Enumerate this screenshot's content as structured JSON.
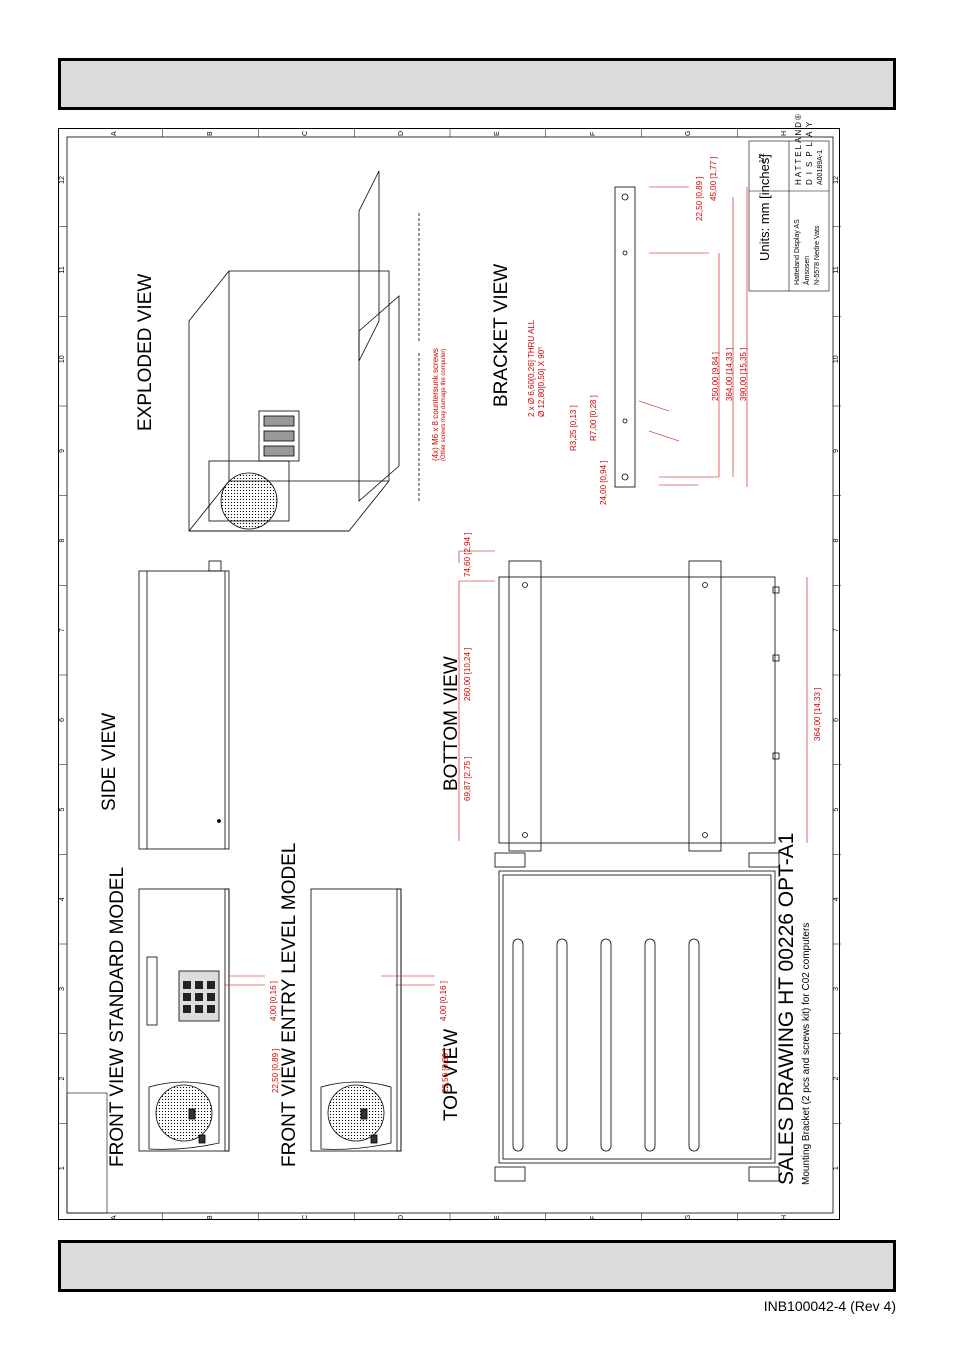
{
  "document": {
    "ref": "INB100042-4 (Rev 4)"
  },
  "drawing": {
    "title": "SALES DRAWING HT 00226 OPT-A1",
    "subtitle": "Mounting Bracket (2 pcs and screws kit) for C02 computers",
    "units": "Units: mm [inches]",
    "views": {
      "side": "SIDE VIEW",
      "exploded": "EXPLODED VIEW",
      "bottom": "BOTTOM VIEW",
      "bracket": "BRACKET VIEW",
      "top": "TOP VIEW",
      "front_standard": "FRONT VIEW STANDARD MODEL",
      "front_entry": "FRONT VIEW ENTRY LEVEL MODEL"
    },
    "screws_note": "(4x) M6 x 8 countersunk screws",
    "screws_note_sub": "(Other screws may damage the computer)",
    "grid_numbers": [
      "1",
      "2",
      "3",
      "4",
      "5",
      "6",
      "7",
      "8",
      "9",
      "10",
      "11",
      "12"
    ],
    "grid_letters": [
      "A",
      "B",
      "C",
      "D",
      "E",
      "F",
      "G",
      "H"
    ],
    "bracket_dims": {
      "hole_spec": "2 x Ø  6,60[0,26]  THRU ALL",
      "csk_spec": "Ø  12,80[0,50]  X 90°",
      "r1": "R3,25  [0,13 ]",
      "r2": "R7,00  [0,28 ]",
      "d24": "24,00  [0,94 ]",
      "d250": "250,00  [9,84 ]",
      "d364": "364,00  [14,33 ]",
      "d390": "390,00  [15,35 ]",
      "d22": "22,50  [0,89 ]",
      "d45": "45,00  [1,77 ]"
    },
    "bottom_dims": {
      "d74": "74,60  [2,94 ]",
      "d260": "260,00  [10,24 ]",
      "d69": "69,87  [2,75 ]",
      "d364": "364,00  [14,33 ]"
    },
    "front_dims": {
      "d4": "4,00  [0,16 ]",
      "d22": "22,50  [0,89 ]"
    },
    "title_block": {
      "company": "Hatteland Display AS",
      "address1": "Åmsosen",
      "address2": "N-5578 Nedre Vats",
      "brand_line1": "HATTELAND®",
      "brand_line2": "DISPLAY",
      "drawing_no": "A00189A-1",
      "sheet": "1/2"
    }
  },
  "colors": {
    "dimension": "#d00000",
    "band_fill": "#dcdcdc"
  }
}
